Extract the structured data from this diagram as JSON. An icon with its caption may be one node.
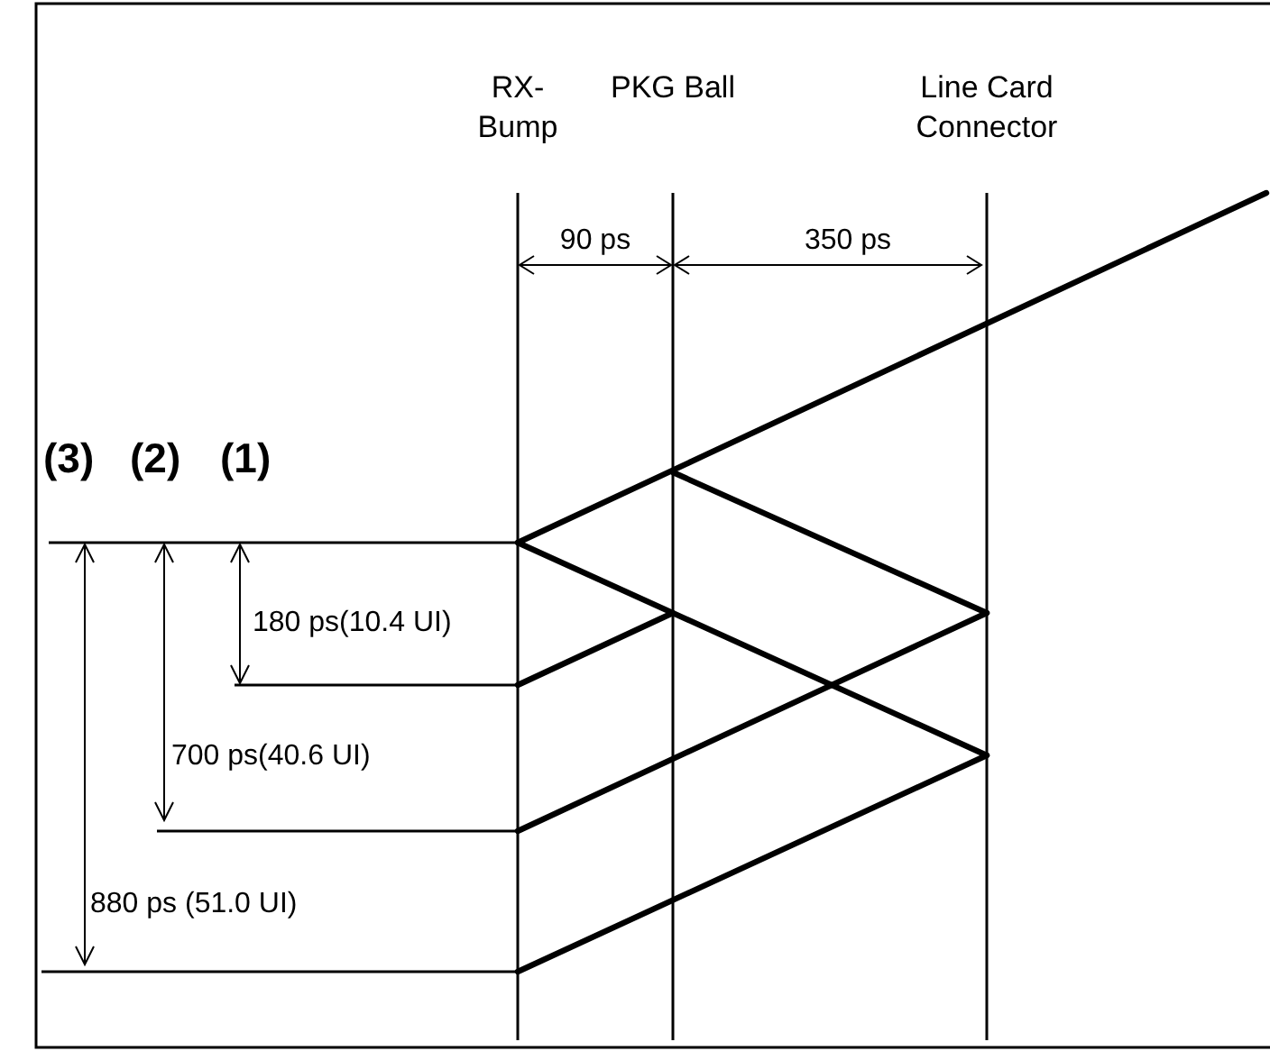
{
  "diagram": {
    "labels": [
      "RX- Bump",
      "PKG Ball",
      "Line Card Connector",
      "90 ps",
      "350 ps",
      "(3)",
      "(2)",
      "(1)",
      "180 ps(10.4 UI)",
      "700 ps(40.6 UI)",
      "880 ps (51.0 UI)"
    ]
  }
}
